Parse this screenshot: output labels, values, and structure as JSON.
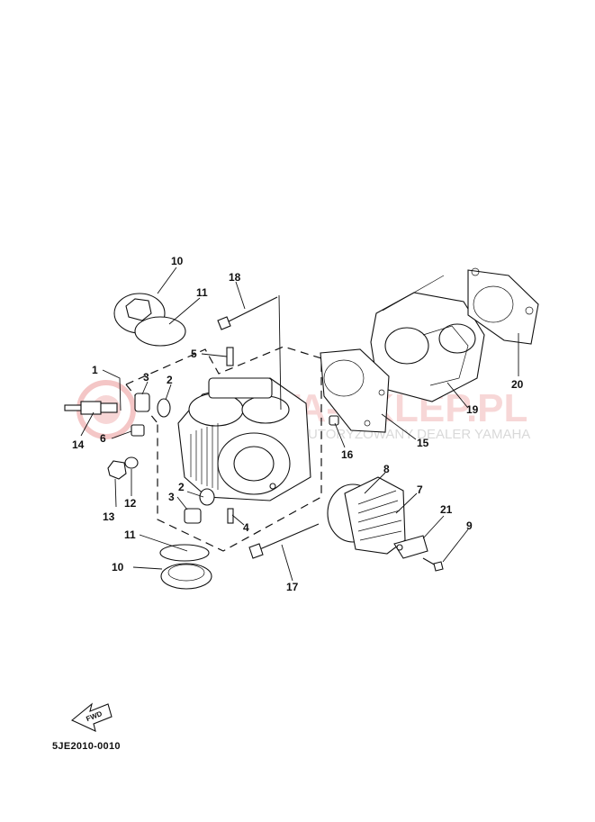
{
  "diagram_code": "5JE2010-0010",
  "fwd_label": "FWD",
  "watermark": {
    "main": "MOTA-SKLEP.PL",
    "sub": "AUTORYZOWANY DEALER YAMAHA"
  },
  "callouts": {
    "c1": "1",
    "c2a": "2",
    "c2b": "2",
    "c3a": "3",
    "c3b": "3",
    "c4": "4",
    "c5": "5",
    "c6": "6",
    "c7": "7",
    "c8": "8",
    "c9": "9",
    "c10a": "10",
    "c10b": "10",
    "c11a": "11",
    "c11b": "11",
    "c12": "12",
    "c13": "13",
    "c14": "14",
    "c15": "15",
    "c16": "16",
    "c17": "17",
    "c18": "18",
    "c19": "19",
    "c20": "20",
    "c21": "21"
  }
}
